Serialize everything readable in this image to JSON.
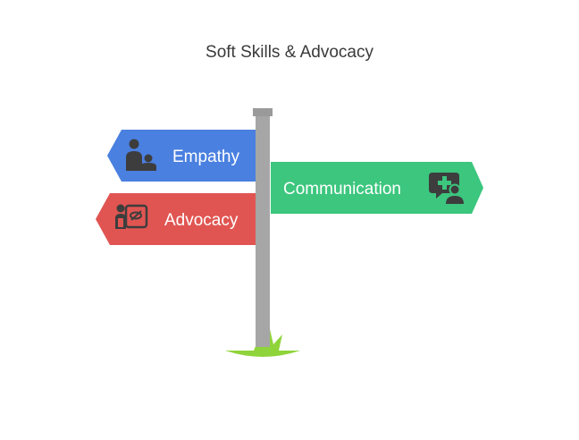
{
  "title": "Soft Skills & Advocacy",
  "signs": {
    "empathy": {
      "label": "Empathy",
      "color": "#4a80e0",
      "icon": "parent-child-icon"
    },
    "advocacy": {
      "label": "Advocacy",
      "color": "#e05552",
      "icon": "speaker-board-icon"
    },
    "communication": {
      "label": "Communication",
      "color": "#3cc67e",
      "icon": "medical-chat-icon"
    }
  },
  "colors": {
    "post": "#a6a6a6",
    "post_cap": "#9a9a9a",
    "grass": "#8fd43a",
    "icon_dark": "#3d3d3d"
  }
}
